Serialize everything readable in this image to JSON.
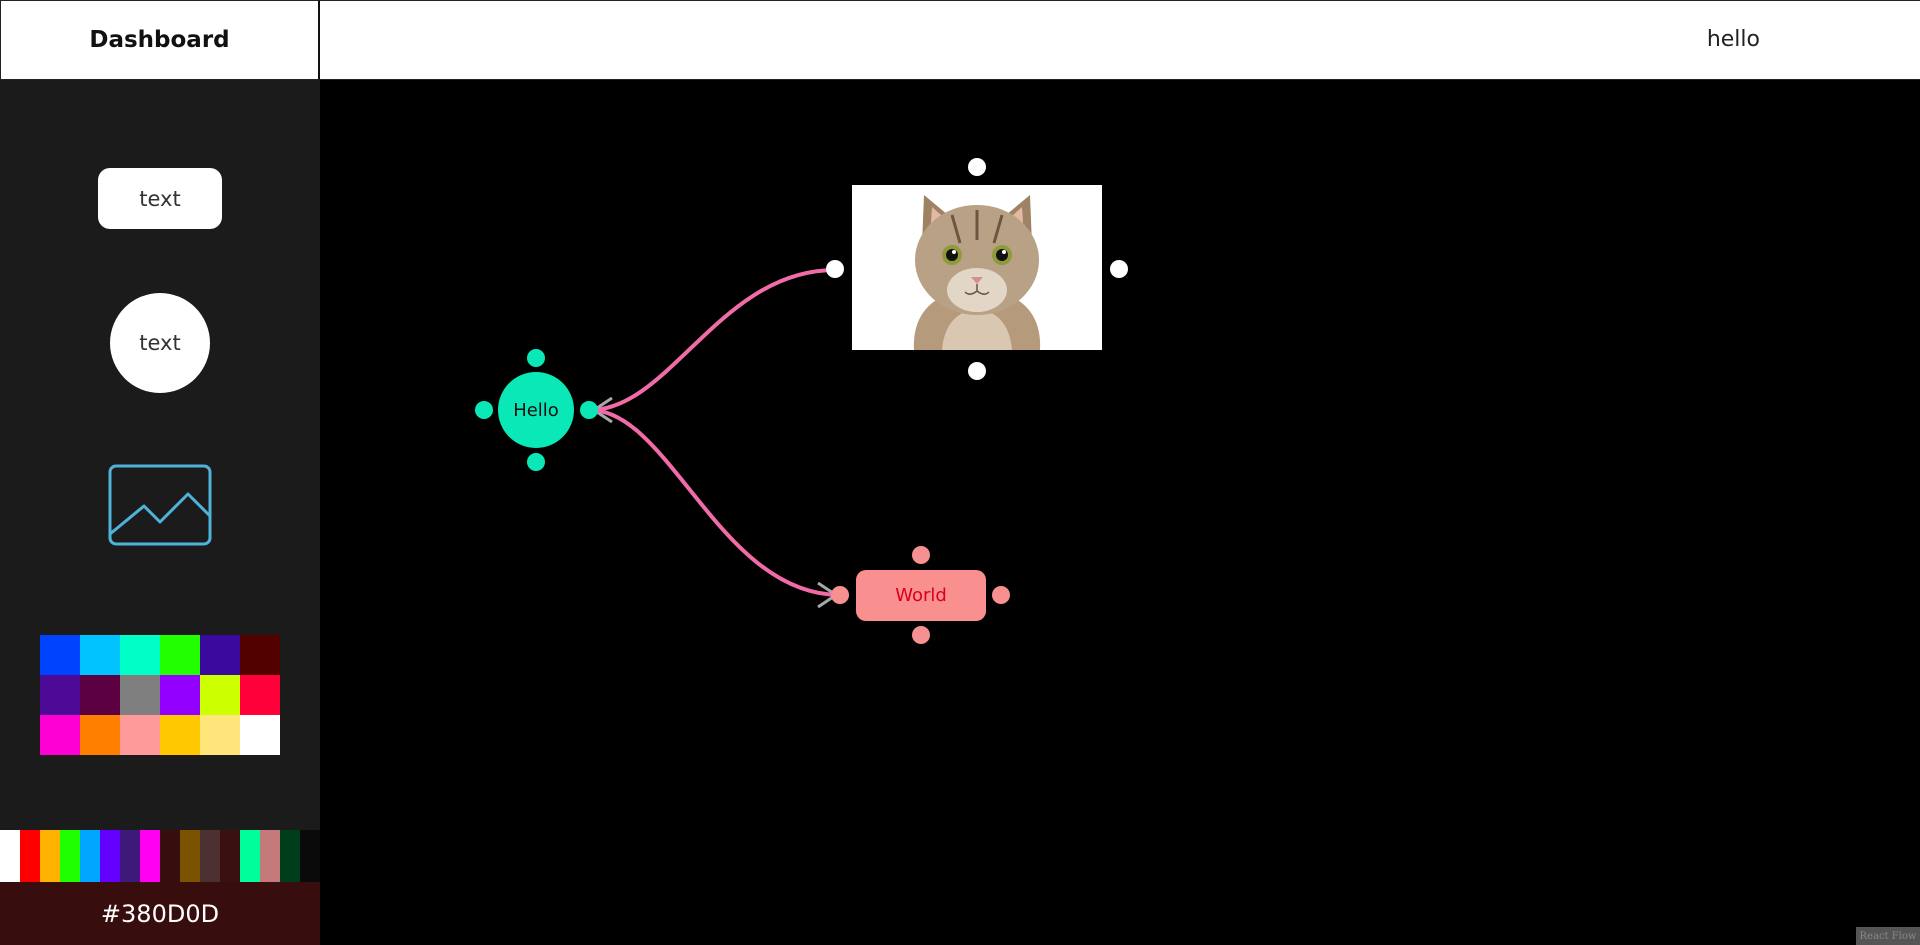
{
  "header": {
    "brand": "Dashboard",
    "right_text": "hello"
  },
  "sidebar": {
    "rect_tool_label": "text",
    "circle_tool_label": "text",
    "image_tool_icon": "image-icon",
    "palette": [
      "#0043ff",
      "#00c3ff",
      "#00ffc6",
      "#22ff00",
      "#3a0a9e",
      "#520000",
      "#4d0a96",
      "#5c0041",
      "#7f7f7f",
      "#9300ff",
      "#ccff00",
      "#ff003a",
      "#ff00d4",
      "#ff7f00",
      "#ff9a9a",
      "#ffc800",
      "#ffe57a",
      "#ffffff"
    ],
    "strip": [
      "#ffffff",
      "#ff0000",
      "#ffb300",
      "#1eff00",
      "#00a6ff",
      "#6300ff",
      "#3d1a7a",
      "#ff00f2",
      "#380d0d",
      "#7a5200",
      "#4d3030",
      "#3a1010",
      "#00ff9a",
      "#c47a7a",
      "#003d1a",
      "#0a0a0a"
    ],
    "current_color": "#380D0D"
  },
  "canvas": {
    "nodes": [
      {
        "id": "hello",
        "label": "Hello",
        "color": "#0be8b7"
      },
      {
        "id": "world",
        "label": "World",
        "color": "#fa8f8f",
        "text_color": "#d8001c"
      },
      {
        "id": "image",
        "content": "cat photo"
      }
    ],
    "edge_color": "#f06ba8",
    "attribution": "React Flow"
  }
}
